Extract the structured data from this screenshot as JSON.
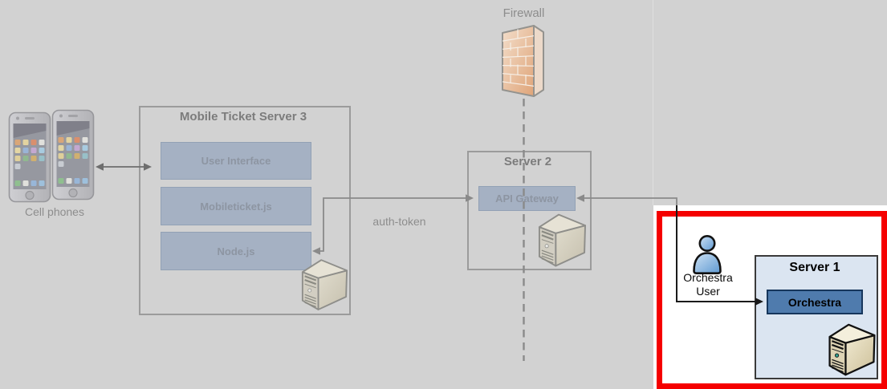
{
  "labels": {
    "cell_phones": "Cell phones",
    "firewall": "Firewall",
    "auth_token": "auth-token"
  },
  "mobile_ticket_server": {
    "title": "Mobile Ticket Server 3",
    "components": [
      "User Interface",
      "Mobileticket.js",
      "Node.js"
    ]
  },
  "server2": {
    "title": "Server 2",
    "component": "API Gateway"
  },
  "server1": {
    "title": "Server 1",
    "component": "Orchestra"
  },
  "orchestra_user": {
    "line1": "Orchestra",
    "line2": "User"
  },
  "icons": {
    "phones": "cell-phone-icon",
    "firewall": "firewall-brick-icon",
    "servers": "server-tower-icon",
    "user": "person-icon"
  },
  "colors": {
    "background": "#d2d2d2",
    "faded_box_fill": "#a5b1c3",
    "faded_box_text": "#8d95a2",
    "faded_title": "#7c7c7c",
    "label_grey": "#8d8d8d",
    "connector_faded": "#6e6e6e",
    "connector_vivid": "#1a1a1a",
    "highlight_red": "#f50000",
    "highlight_bg": "#ffffff",
    "server1_fill": "#dbe5f1",
    "orchestra_fill": "#4f7bad",
    "firewall_orange": "#dfa478"
  }
}
